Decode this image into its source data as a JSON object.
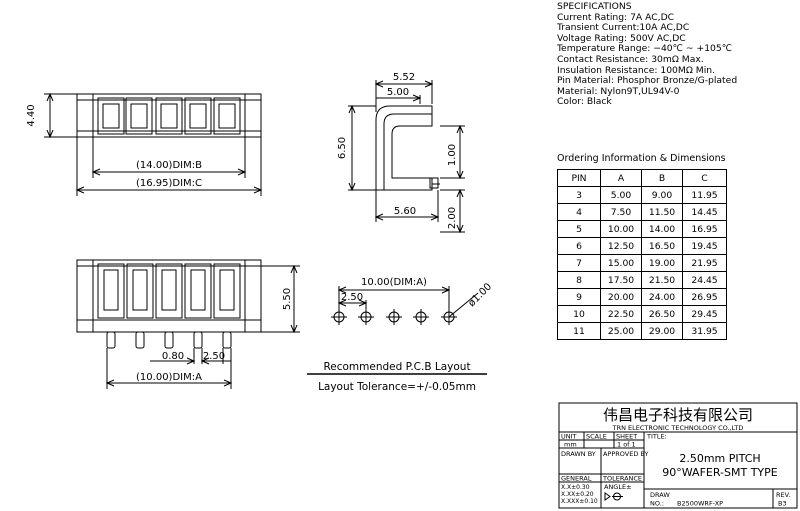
{
  "specifications": {
    "heading": "SPECIFICATIONS",
    "lines": [
      "Current Rating: 7A AC,DC",
      "Transient Current:10A AC,DC",
      "Voltage Rating: 500V AC,DC",
      "Temperature Range: −40℃ ~ +105℃",
      "Contact Resistance: 30mΩ Max.",
      "Insulation Resistance: 100MΩ Min.",
      "Pin Material: Phosphor Bronze/G-plated",
      "Material: Nylon9T,UL94V-0",
      "Color: Black"
    ]
  },
  "ordering": {
    "title": "Ordering Information & Dimensions",
    "headers": [
      "PIN",
      "A",
      "B",
      "C"
    ],
    "rows": [
      [
        "3",
        "5.00",
        "9.00",
        "11.95"
      ],
      [
        "4",
        "7.50",
        "11.50",
        "14.45"
      ],
      [
        "5",
        "10.00",
        "14.00",
        "16.95"
      ],
      [
        "6",
        "12.50",
        "16.50",
        "19.45"
      ],
      [
        "7",
        "15.00",
        "19.00",
        "21.95"
      ],
      [
        "8",
        "17.50",
        "21.50",
        "24.45"
      ],
      [
        "9",
        "20.00",
        "24.00",
        "26.95"
      ],
      [
        "10",
        "22.50",
        "26.50",
        "29.45"
      ],
      [
        "11",
        "25.00",
        "29.00",
        "31.95"
      ]
    ]
  },
  "drawing": {
    "top_view": {
      "height": "4.40",
      "dim_b": "(14.00)DIM:B",
      "dim_c": "(16.95)DIM:C"
    },
    "side_view": {
      "top_outer": "5.52",
      "top_inner": "5.00",
      "height": "6.50",
      "right_height": "1.00",
      "bottom_width": "5.60",
      "pin_len": "2.00"
    },
    "front_view": {
      "height": "5.50",
      "pin_width": "0.80",
      "pitch": "2.50",
      "dim_a": "(10.00)DIM:A"
    },
    "pcb_layout": {
      "dim_a": "10.00(DIM:A)",
      "pitch": "2.50",
      "hole": "ø1.00",
      "title": "Recommended P.C.B Layout",
      "tolerance": "Layout Tolerance=+/-0.05mm"
    }
  },
  "title_block": {
    "company_cn": "伟昌电子科技有限公司",
    "company_en": "TRN ELECTRONIC TECHNOLOGY CO.,LTD",
    "unit_label": "UNIT",
    "scale_label": "SCALE",
    "sheet_label": "SHEET",
    "title_label": "TITLE:",
    "unit_value": "mm",
    "sheet_value": "1 of 1",
    "drawn_by": "DRAWN BY",
    "approved_by": "APPROVED BY",
    "title_line1": "2.50mm PITCH",
    "title_line2": "90°WAFER-SMT TYPE",
    "general": "GENERAL",
    "tolerance": "TOLERANCE",
    "tol1": "X.X±0.30",
    "tol2": "X.XX±0.20",
    "tol3": "X.XXX±0.10",
    "angle": "ANGLE±",
    "draw_label": "DRAW",
    "no_label": "NO.:",
    "draw_no": "B2500WRF-XP",
    "rev_label": "REV.",
    "rev_value": "B3"
  }
}
